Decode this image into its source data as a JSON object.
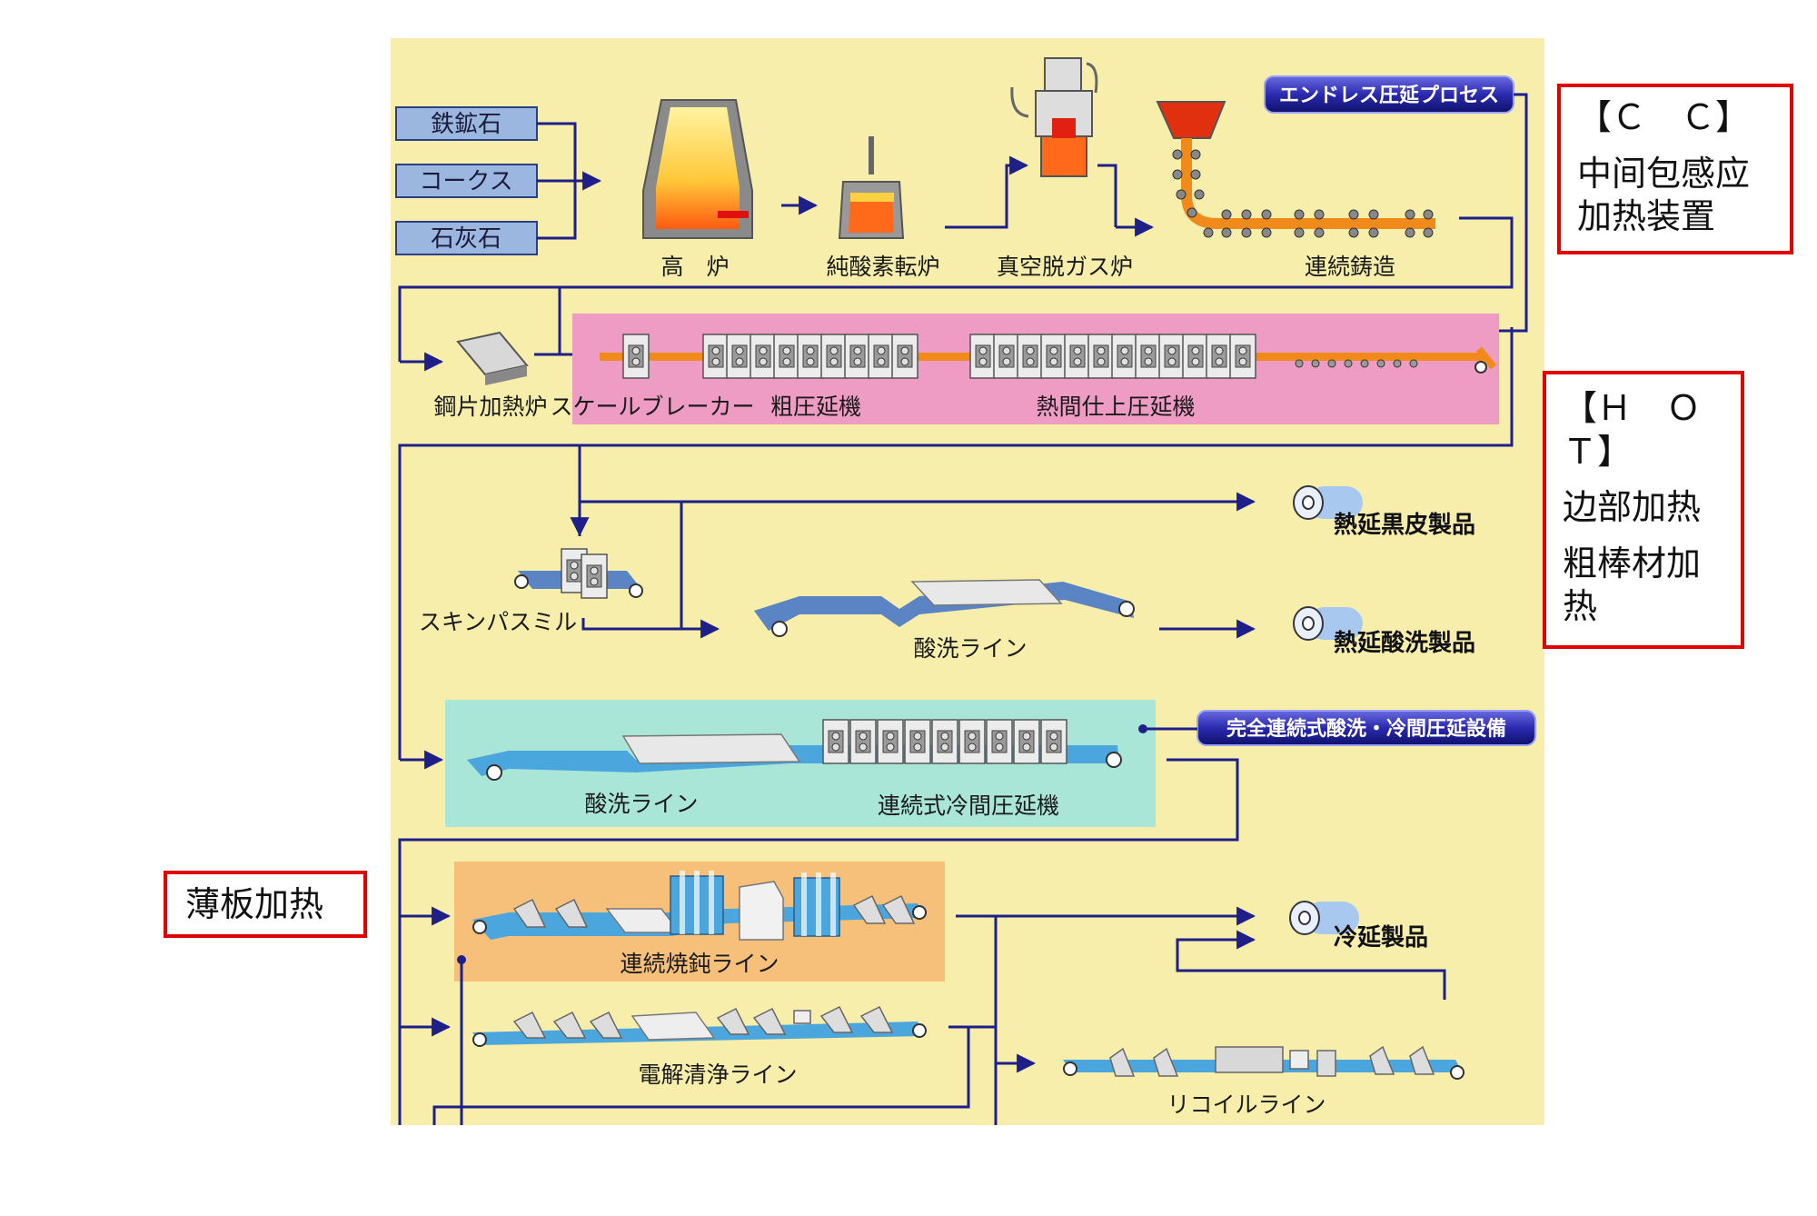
{
  "inputs": [
    "鉄鉱石",
    "コークス",
    "石灰石"
  ],
  "stages": {
    "blast_furnace": "高　炉",
    "converter": "純酸素転炉",
    "degasser": "真空脱ガス炉",
    "caster": "連続鋳造",
    "reheat": "鋼片加熱炉",
    "scale_breaker": "スケールブレーカー",
    "roughing": "粗圧延機",
    "finishing": "熱間仕上圧延機",
    "skin_pass": "スキンパスミル",
    "pickling1": "酸洗ライン",
    "pickling2": "酸洗ライン",
    "cold_mill": "連続式冷間圧延機",
    "annealing": "連続焼鈍ライン",
    "cleaning": "電解清浄ライン",
    "recoil": "リコイルライン"
  },
  "products": {
    "black": "熱延黒皮製品",
    "pickled": "熱延酸洗製品",
    "cold": "冷延製品"
  },
  "badges": {
    "endless": "エンドレス圧延プロセス",
    "tcm": "完全連続式酸洗・冷間圧延設備"
  },
  "notes": {
    "cc": [
      "【Ｃ　Ｃ】",
      "中间包感应",
      "加热装置"
    ],
    "hot": [
      "【Ｈ　Ｏ",
      "Ｔ】",
      "边部加热",
      "粗棒材加",
      "热"
    ],
    "thin": [
      "薄板加热"
    ]
  },
  "colors": {
    "background": "#f6eeaa",
    "line": "#1f1f8a",
    "hot_band": "#ee9cc4",
    "cold_band": "#a9e6d8",
    "anneal_band": "#f7c07a",
    "strip_blue": "#4aa6dc",
    "label_box": "#9bb7e0",
    "badge": "#2020a0",
    "note_border": "#e00000"
  }
}
